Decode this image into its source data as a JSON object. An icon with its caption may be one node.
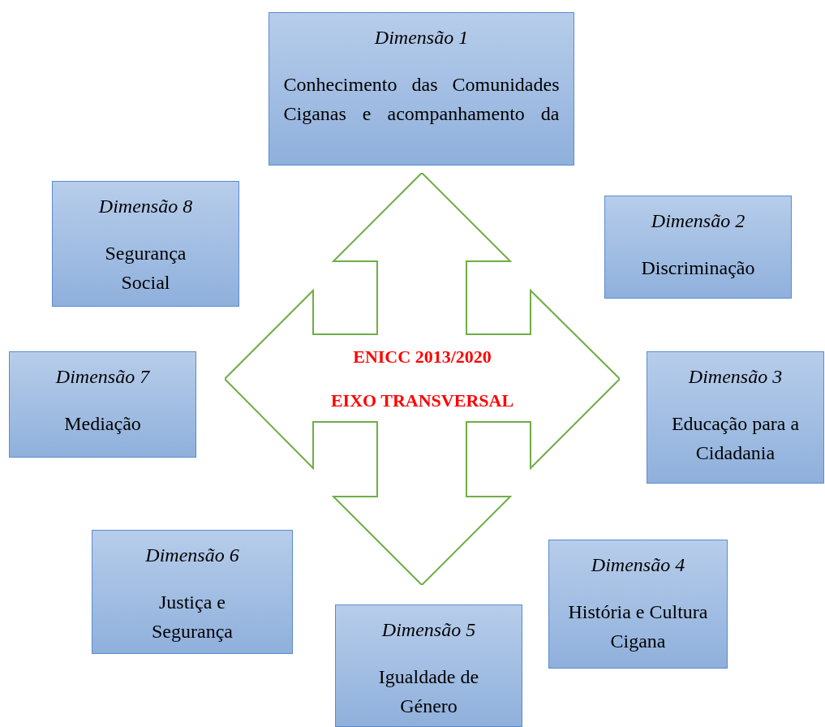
{
  "diagram": {
    "nodes": [
      {
        "text": [
          "Dimensão 1",
          "Conhecimento das Comunidades Ciganas e acompanhamento da"
        ]
      },
      {
        "text": [
          "Dimensão 8",
          "Segurança Social"
        ]
      },
      {
        "text": [
          "Dimensão 2",
          "Discriminação"
        ]
      },
      {
        "text": [
          "ENICC 2013/2020",
          "EIXO TRANSVERSAL"
        ]
      },
      {
        "text": [
          "Dimensão 7",
          "Mediação"
        ]
      },
      {
        "text": [
          "Dimensão 3",
          "Educação para a Cidadania"
        ]
      },
      {
        "text": [
          "Dimensão 6",
          "Justiça e Segurança"
        ]
      },
      {
        "text": [
          "Dimensão 4",
          "História e Cultura Cigana"
        ]
      },
      {
        "text": [
          "Dimensão 5",
          "Igualdade de Género"
        ]
      }
    ]
  }
}
